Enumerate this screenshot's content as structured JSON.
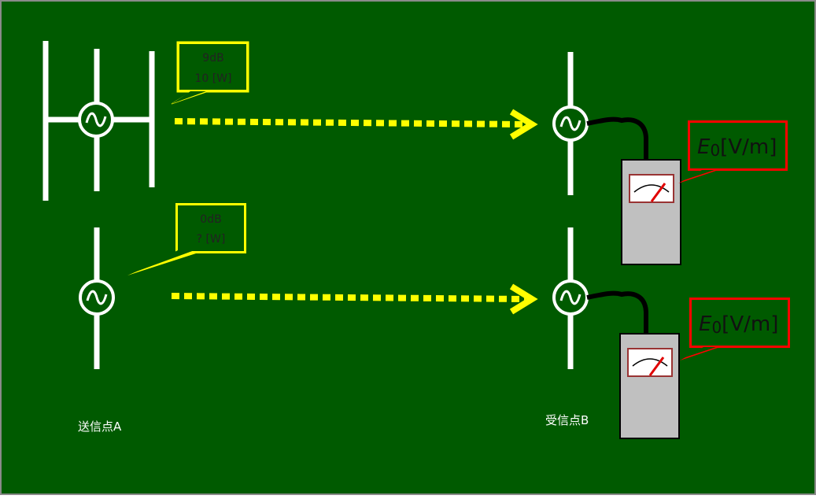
{
  "colors": {
    "background": "#005a00",
    "border": "#8a8a8a",
    "antenna": "#ffffff",
    "signal_arrow": "#ffff00",
    "callout_yellow": "#ffff00",
    "callout_red": "#ff0000",
    "meter_body": "#c0c0c0",
    "meter_needle": "#e00000",
    "cable": "#000000"
  },
  "transmitter": {
    "callout_gain_top": "9dB",
    "callout_power_top": "10 [W]",
    "callout_gain_bottom": "0dB",
    "callout_power_bottom": "? [W]",
    "label": "送信点A"
  },
  "receiver": {
    "field_label_top_symbol": "E",
    "field_label_top_sub": "0",
    "field_label_top_unit": "[V/m]",
    "field_label_bottom_symbol": "E",
    "field_label_bottom_sub": "0",
    "field_label_bottom_unit": "[V/m]",
    "label": "受信点B"
  },
  "icons": {
    "source": "ac-source-icon",
    "meter": "field-meter-icon",
    "arrow": "dotted-arrow-icon"
  }
}
